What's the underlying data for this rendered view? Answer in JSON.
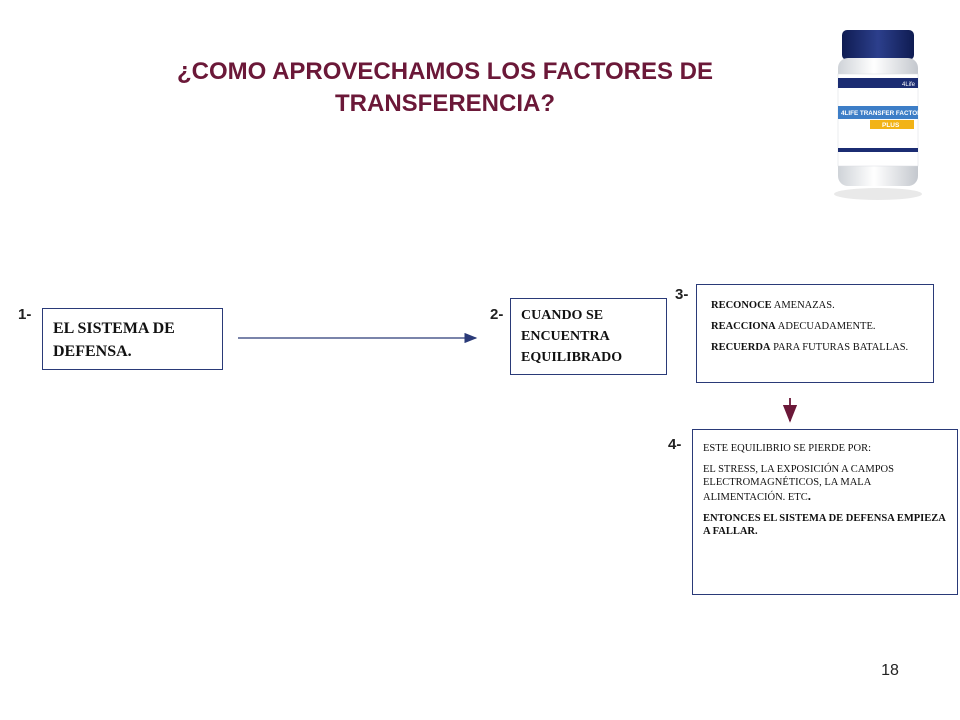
{
  "title": {
    "line1": "¿COMO APROVECHAMOS LOS FACTORES DE",
    "line2": "TRANSFERENCIA?"
  },
  "product": {
    "brand": "4Life",
    "name_line1": "4LIFE TRANSFER FACTOR",
    "name_line2": "PLUS",
    "colors": {
      "cap": "#1b2c72",
      "label": "#ffffff",
      "band": "#3d7ec7",
      "accent": "#f2b316"
    }
  },
  "steps": [
    {
      "num": "1-",
      "text_line1": "EL SISTEMA DE",
      "text_line2": "DEFENSA."
    },
    {
      "num": "2-",
      "text_line1": "CUANDO SE",
      "text_line2": "ENCUENTRA",
      "text_line3": "EQUILIBRADO"
    },
    {
      "num": "3-",
      "items": [
        {
          "kw": "RECONOCE",
          "rest": " AMENAZAS."
        },
        {
          "kw": "REACCIONA",
          "rest": " ADECUADAMENTE."
        },
        {
          "kw": "RECUERDA",
          "rest": " PARA FUTURAS BATALLAS."
        }
      ]
    },
    {
      "num": "4-",
      "p1": "ESTE  EQUILIBRIO SE PIERDE POR:",
      "p2": "EL STRESS, LA EXPOSICIÓN A CAMPOS ELECTROMAGNÉTICOS,  LA MALA ALIMENTACIÓN.  ETC",
      "p2_dot": ".",
      "p3": "ENTONCES EL SISTEMA DE DEFENSA EMPIEZA A FALLAR."
    }
  ],
  "page_number": "18",
  "colors": {
    "title": "#6b1838",
    "box_border": "#2a3a78",
    "arrow": "#2a3a78",
    "down_arrow": "#6b1838"
  }
}
